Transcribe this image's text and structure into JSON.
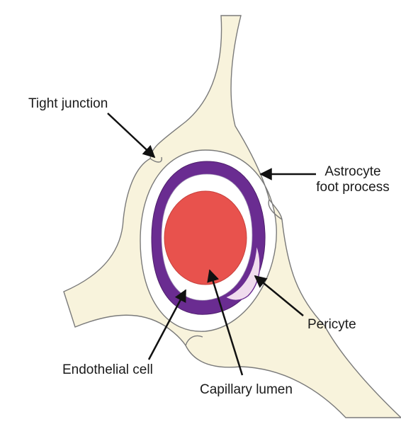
{
  "labels": {
    "tight_junction": "Tight junction",
    "astrocyte_line1": "Astrocyte",
    "astrocyte_line2": "foot process",
    "pericyte": "Pericyte",
    "endothelial_cell": "Endothelial cell",
    "capillary_lumen": "Capillary lumen"
  },
  "colors": {
    "astrocyte_fill": "#f8f3dc",
    "outline": "#7a7a7a",
    "endothelial_purple": "#6a2c91",
    "lumen_red": "#e8524d",
    "pericyte_pink": "#f0dcee",
    "gap_white": "#ffffff",
    "arrow": "#111111"
  }
}
